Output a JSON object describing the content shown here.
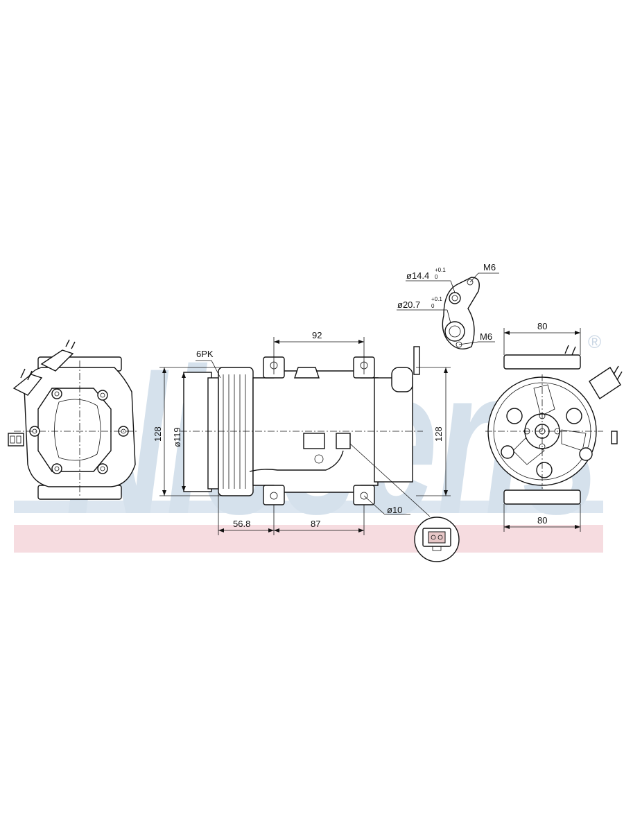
{
  "watermark": {
    "brand_text": "Nissens",
    "registered_mark": "®",
    "band_colors": {
      "blue": "#dce6f0",
      "pink": "#f6dce0",
      "text": "#d5e1ec"
    }
  },
  "dimensions": {
    "pulley_type": "6PK",
    "top_width": "92",
    "height_left": "128",
    "pulley_diameter": "ø119",
    "height_right": "128",
    "clutch_offset": "56.8",
    "mount_spacing": "87",
    "mount_hole": "ø10",
    "port_hole_1_main": "ø14.4",
    "port_hole_1_tol_upper": "+0.1",
    "port_hole_1_tol_lower": "0",
    "port_hole_2_main": "ø20.7",
    "port_hole_2_tol_upper": "+0.1",
    "port_hole_2_tol_lower": "0",
    "thread_top": "M6",
    "thread_bottom": "M6",
    "rear_width_top": "80",
    "rear_width_bottom": "80"
  },
  "icons": [
    "connector-plug-icon"
  ]
}
